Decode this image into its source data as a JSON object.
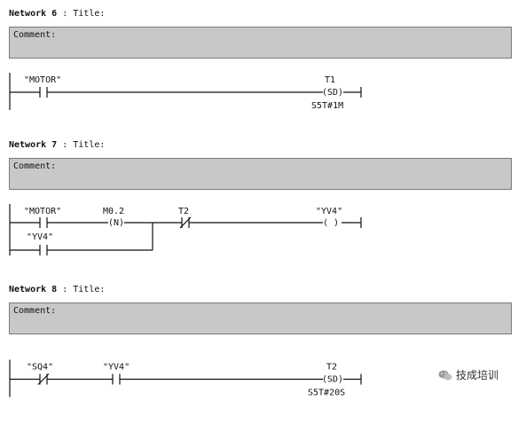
{
  "networks": [
    {
      "label": "Network 6",
      "title": ": Title:",
      "comment": "Comment:",
      "rung": {
        "contact1": "\"MOTOR\"",
        "coil_name": "T1",
        "coil": "(SD)",
        "coil_value": "S5T#1M"
      }
    },
    {
      "label": "Network 7",
      "title": ": Title:",
      "comment": "Comment:",
      "rung": {
        "contact1": "\"MOTOR\"",
        "edge_name": "M0.2",
        "edge": "(N)",
        "contact2": "T2",
        "coil_name": "\"YV4\"",
        "coil": "( )",
        "branch_contact": "\"YV4\""
      }
    },
    {
      "label": "Network 8",
      "title": ": Title:",
      "comment": "Comment:",
      "rung": {
        "contact1": "\"SQ4\"",
        "contact2": "\"YV4\"",
        "coil_name": "T2",
        "coil": "(SD)",
        "coil_value": "S5T#20S"
      }
    }
  ],
  "watermark": {
    "text": "技成培训",
    "icon": "wechat-icon"
  }
}
